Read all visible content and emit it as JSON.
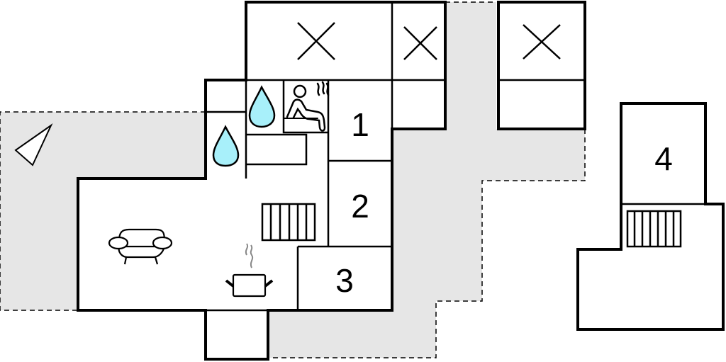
{
  "plan": {
    "rooms": [
      {
        "id": "1",
        "label": "1"
      },
      {
        "id": "2",
        "label": "2"
      },
      {
        "id": "3",
        "label": "3"
      },
      {
        "id": "4",
        "label": "4"
      }
    ],
    "icons": [
      "compass-icon",
      "sofa-icon",
      "cooking-pot-icon",
      "stairs-icon",
      "shower-drop-icon",
      "sauna-icon",
      "no-access-x-icon"
    ]
  },
  "colors": {
    "terrace": "#e6e6e6",
    "wall": "#000000",
    "water": "#a8f0fa",
    "steam": "#888888"
  }
}
